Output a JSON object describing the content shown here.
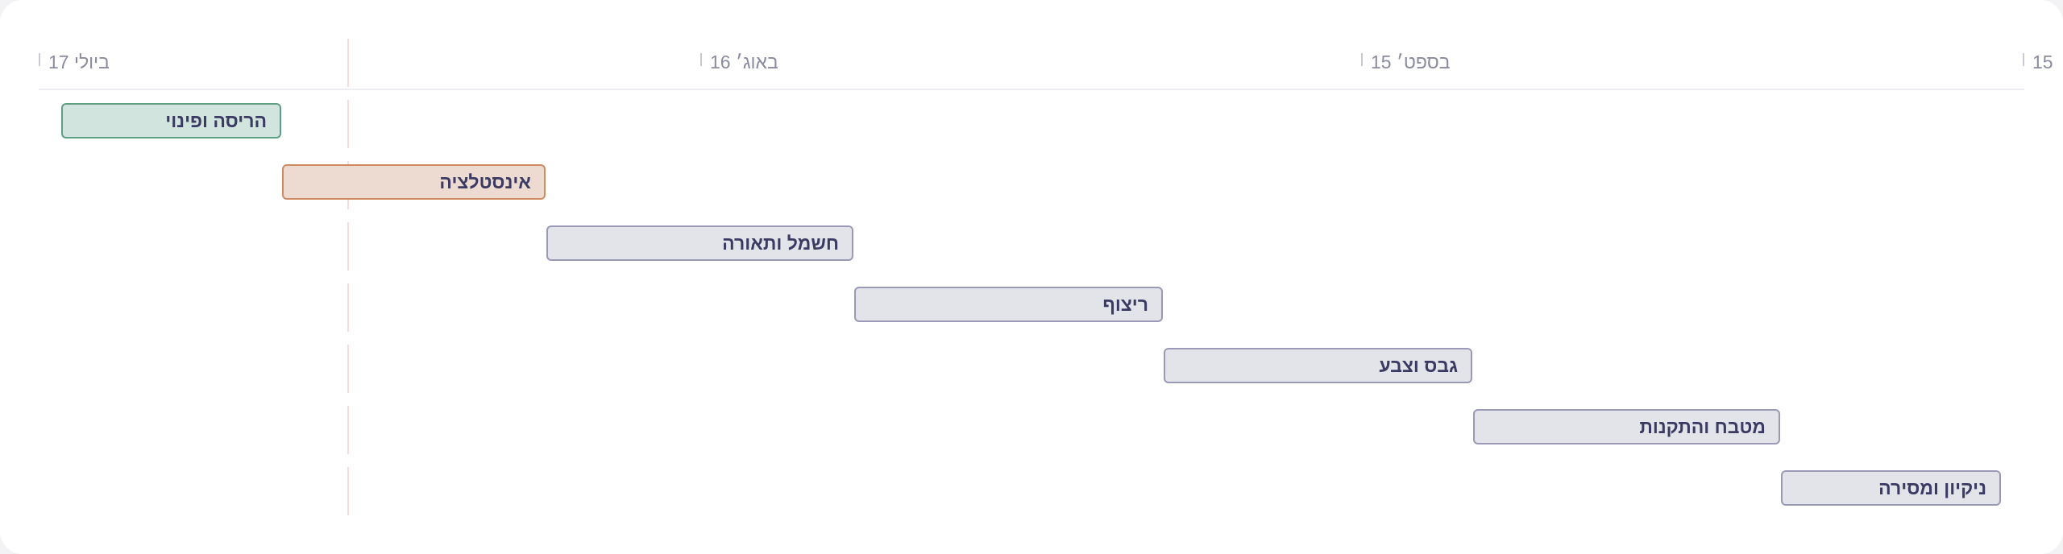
{
  "timeline": {
    "ticks": [
      {
        "label": "ביולי 17"
      },
      {
        "label": "באוג׳ 16"
      },
      {
        "label": "בספט׳ 15"
      },
      {
        "label": "15"
      }
    ]
  },
  "tasks": [
    {
      "label": "הריסה ופינוי",
      "status": "done",
      "fill": "#d1e5de",
      "border": "#5f9e82"
    },
    {
      "label": "אינסטלציה",
      "status": "in-progress",
      "fill": "#eddad0",
      "border": "#d08a62"
    },
    {
      "label": "חשמל ותאורה",
      "status": "planned",
      "fill": "#e3e3ea",
      "border": "#9a9ab8"
    },
    {
      "label": "ריצוף",
      "status": "planned",
      "fill": "#e3e3ea",
      "border": "#9a9ab8"
    },
    {
      "label": "גבס וצבע",
      "status": "planned",
      "fill": "#e3e3ea",
      "border": "#9a9ab8"
    },
    {
      "label": "מטבח והתקנות",
      "status": "planned",
      "fill": "#e3e3ea",
      "border": "#9a9ab8"
    },
    {
      "label": "ניקיון ומסירה",
      "status": "planned",
      "fill": "#e3e3ea",
      "border": "#9a9ab8"
    }
  ]
}
